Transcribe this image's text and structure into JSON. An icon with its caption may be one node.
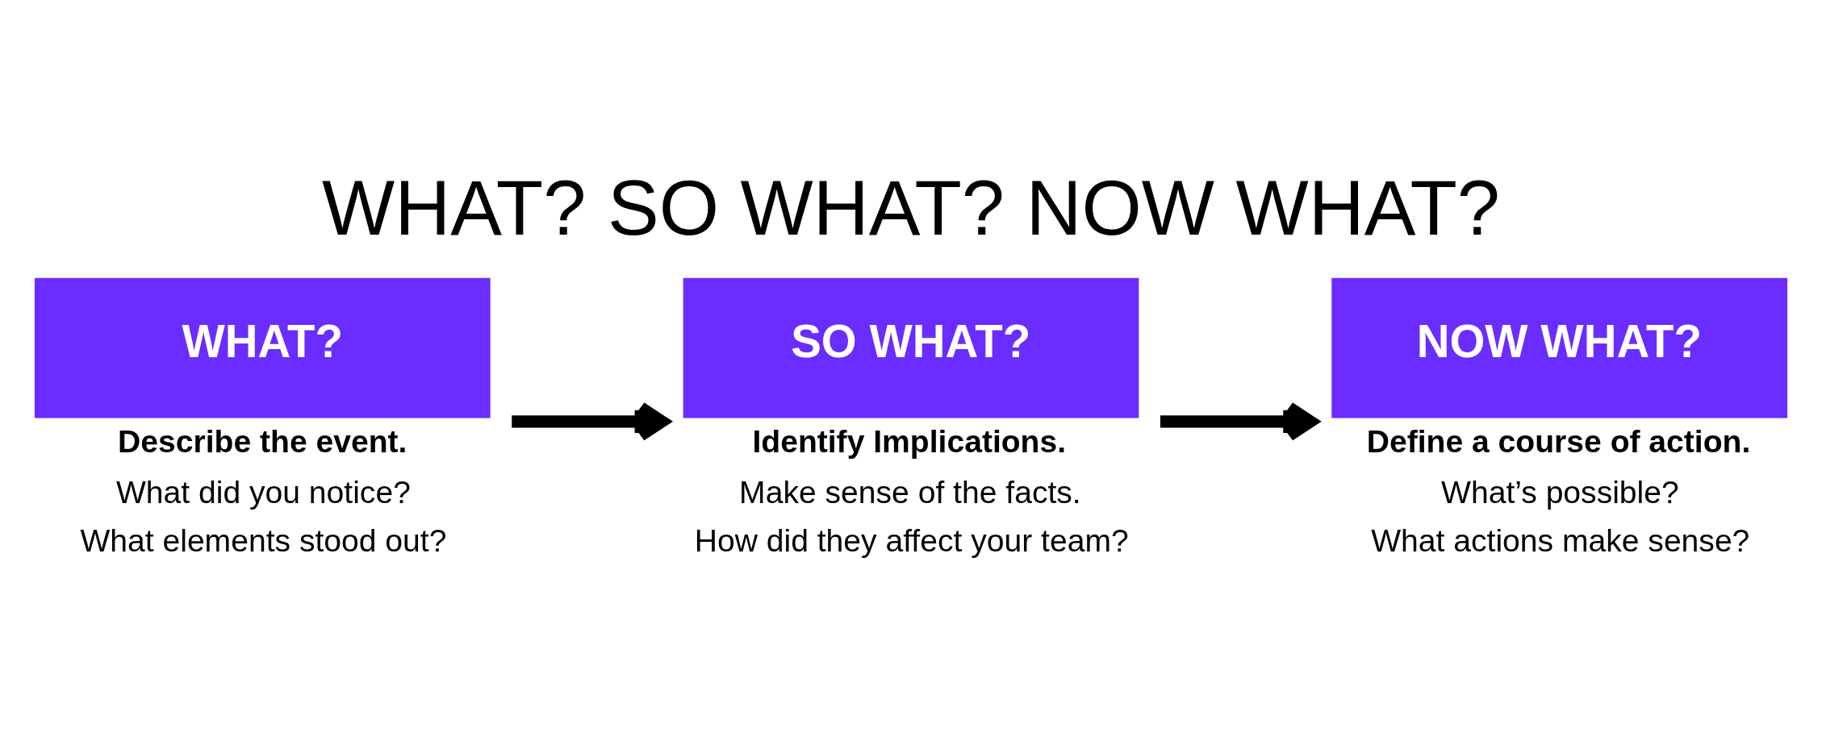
{
  "diagram": {
    "title": "WHAT? SO WHAT? NOW WHAT?",
    "nodes": [
      {
        "text": [
          "WHAT?"
        ],
        "beside": [
          "Describe the event.",
          "What did you notice?",
          "What elements stood out?"
        ]
      },
      {
        "text": [
          "SO WHAT?"
        ],
        "beside": [
          "Identify Implications.",
          "Make sense of the facts.",
          "How did they affect your team?"
        ]
      },
      {
        "text": [
          "NOW WHAT?"
        ],
        "beside": [
          "Define a course of action.",
          "What’s possible?",
          "What actions make sense?"
        ]
      }
    ],
    "edges": [
      {
        "from": 0,
        "to": 1,
        "arrow": "to"
      },
      {
        "from": 1,
        "to": 2,
        "arrow": "to"
      }
    ]
  }
}
